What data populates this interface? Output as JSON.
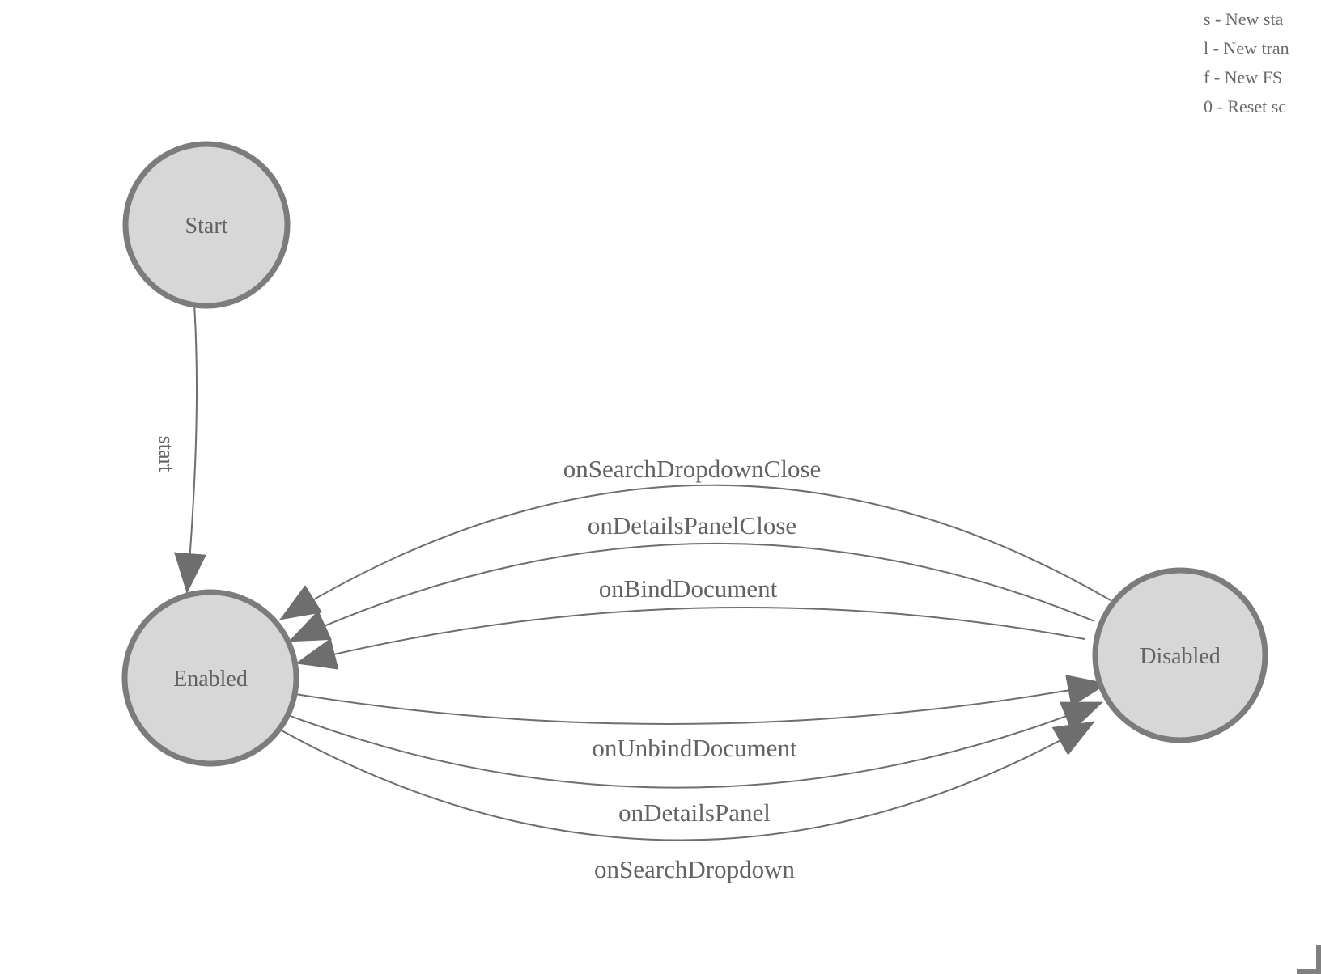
{
  "colors": {
    "node_fill": "#d7d7d7",
    "node_stroke": "#7c7c7c",
    "edge": "#6e6e6e",
    "arrow": "#6e6e6e",
    "label": "#636363",
    "legend_text": "#6a6a6a",
    "corner": "#808080"
  },
  "legend": {
    "items": [
      "s - New sta",
      "l - New tran",
      "f - New FS",
      "0 - Reset sc"
    ]
  },
  "diagram": {
    "nodes": [
      {
        "id": "start-node",
        "label": "Start"
      },
      {
        "id": "enabled-node",
        "label": "Enabled"
      },
      {
        "id": "disabled-node",
        "label": "Disabled"
      }
    ],
    "edges": [
      {
        "label": "start",
        "from": "Start",
        "to": "Enabled"
      },
      {
        "label": "onSearchDropdownClose",
        "from": "Disabled",
        "to": "Enabled"
      },
      {
        "label": "onDetailsPanelClose",
        "from": "Disabled",
        "to": "Enabled"
      },
      {
        "label": "onBindDocument",
        "from": "Disabled",
        "to": "Enabled"
      },
      {
        "label": "onUnbindDocument",
        "from": "Enabled",
        "to": "Disabled"
      },
      {
        "label": "onDetailsPanel",
        "from": "Enabled",
        "to": "Disabled"
      },
      {
        "label": "onSearchDropdown",
        "from": "Enabled",
        "to": "Disabled"
      }
    ]
  }
}
